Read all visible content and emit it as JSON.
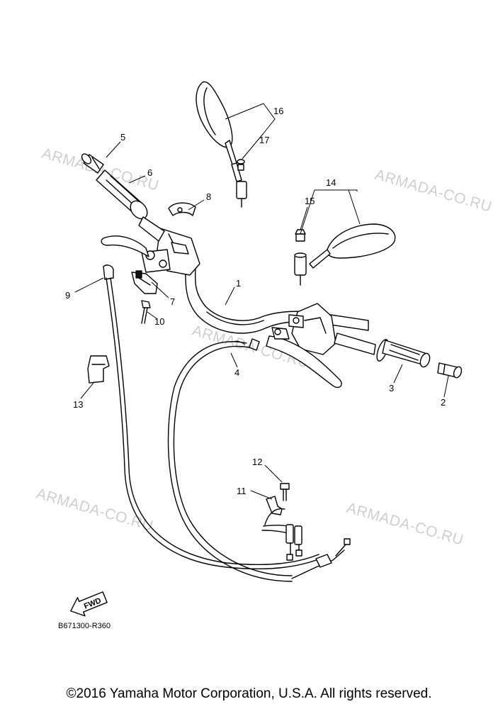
{
  "watermarks": [
    "ARMADA-CO.RU",
    "ARMADA-CO.RU",
    "ARMADA-CO.RU",
    "ARMADA-CO.RU",
    "ARMADA-CO.RU"
  ],
  "callouts": [
    "1",
    "2",
    "3",
    "4",
    "5",
    "6",
    "7",
    "8",
    "9",
    "10",
    "11",
    "12",
    "13",
    "14",
    "15",
    "16",
    "17"
  ],
  "fwd_label": "FWD",
  "diagram_code": "B671300-R360",
  "copyright": "©2016 Yamaha Motor Corporation, U.S.A. All rights reserved."
}
